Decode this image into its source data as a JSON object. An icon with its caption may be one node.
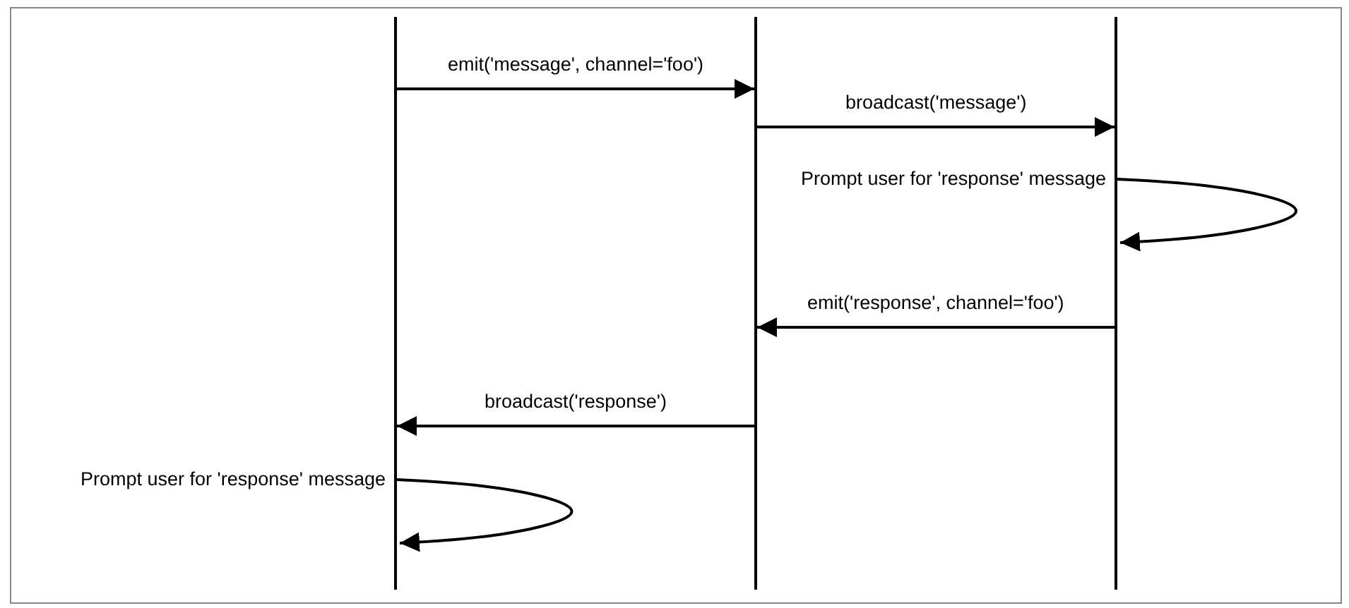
{
  "diagram": {
    "nodes": [
      {
        "text": [],
        "shape": "bar"
      },
      {
        "text": [],
        "shape": "bar"
      },
      {
        "text": [],
        "shape": "bar"
      }
    ],
    "edges": [
      {
        "from": 0,
        "to": 1,
        "arrow": "to",
        "label": "emit('message', channel='foo')"
      },
      {
        "from": 1,
        "to": 2,
        "arrow": "to",
        "label": "broadcast('message')"
      },
      {
        "from": 2,
        "to": 2,
        "arrow": "to",
        "label": "Prompt user for 'response' message"
      },
      {
        "from": 2,
        "to": 1,
        "arrow": "to",
        "label": "emit('response', channel='foo')"
      },
      {
        "from": 1,
        "to": 0,
        "arrow": "to",
        "label": "broadcast('response')"
      },
      {
        "from": 0,
        "to": 0,
        "arrow": "to",
        "label": "Prompt user for 'response' message"
      }
    ]
  }
}
